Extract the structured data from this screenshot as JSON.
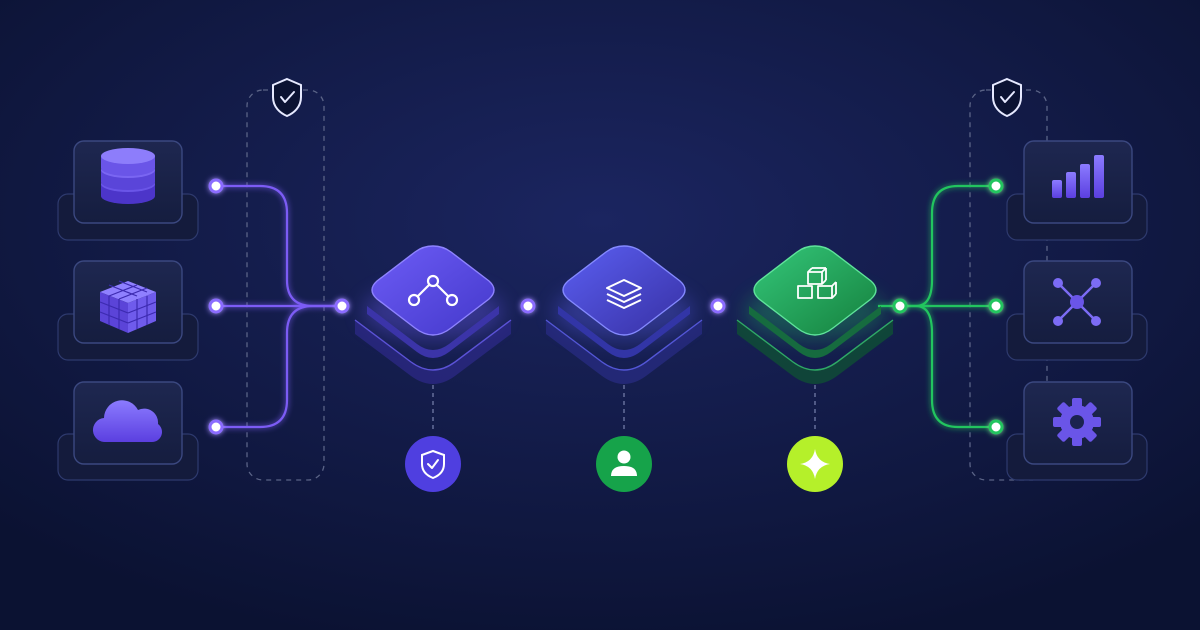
{
  "colors": {
    "background": "#0b1232",
    "background_glow": "#1b2560",
    "purple_accent": "#7c5cf5",
    "indigo_node": "#4f46e5",
    "green_accent": "#22c55e",
    "lime_badge": "#a3e635",
    "panel": "#1a2346",
    "panel_border": "#3b4880",
    "white": "#ffffff"
  },
  "sources": [
    {
      "id": "database",
      "icon": "database-icon"
    },
    {
      "id": "blocks",
      "icon": "cubes-icon"
    },
    {
      "id": "cloud",
      "icon": "cloud-icon"
    }
  ],
  "pipeline_nodes": [
    {
      "id": "connect",
      "icon": "share-nodes-icon",
      "badge": "shield-check-icon"
    },
    {
      "id": "layers",
      "icon": "layers-icon",
      "badge": "user-icon"
    },
    {
      "id": "assemble",
      "icon": "boxes-icon",
      "badge": "sparkle-icon"
    }
  ],
  "outputs": [
    {
      "id": "analytics",
      "icon": "bar-chart-icon"
    },
    {
      "id": "network",
      "icon": "network-icon"
    },
    {
      "id": "settings",
      "icon": "gear-icon"
    }
  ],
  "security_zones": [
    {
      "id": "ingress",
      "icon": "shield-check-icon"
    },
    {
      "id": "egress",
      "icon": "shield-check-icon"
    }
  ]
}
